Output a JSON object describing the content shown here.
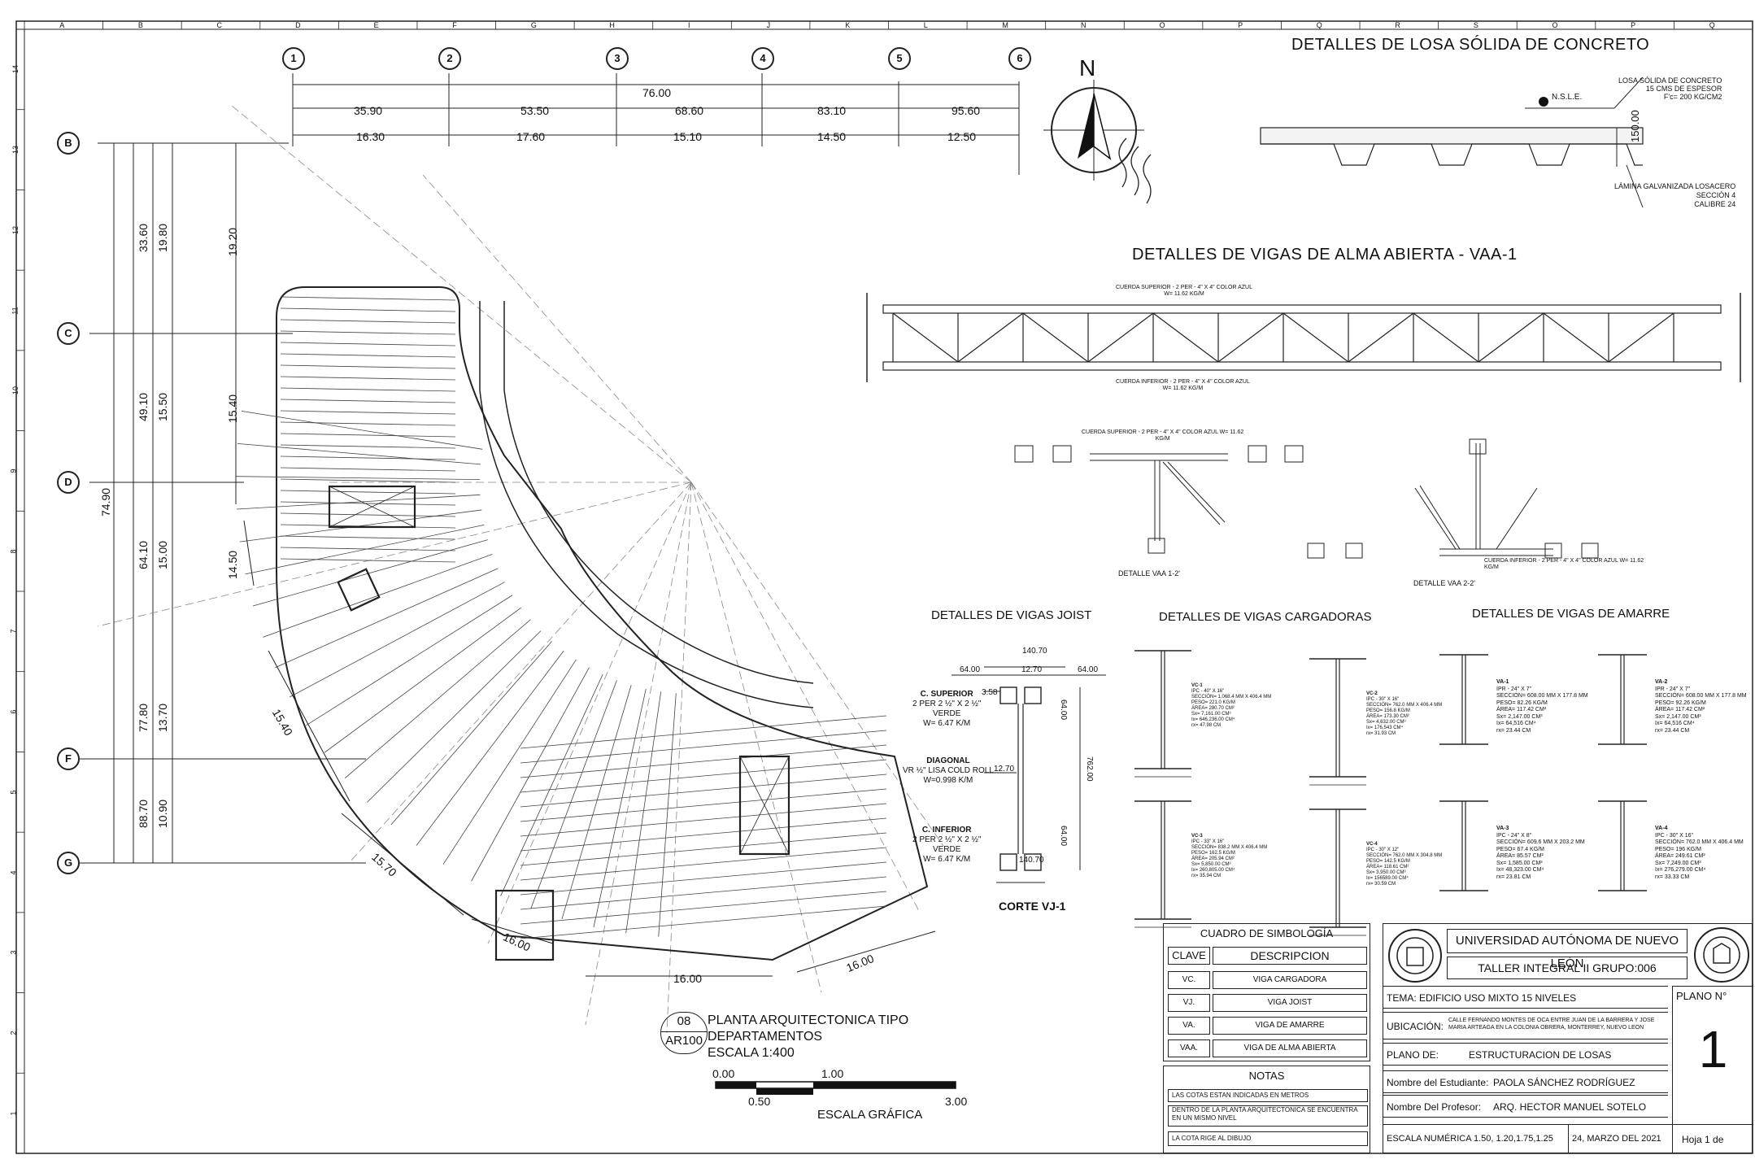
{
  "border": {
    "top_cols": [
      "A",
      "B",
      "C",
      "D",
      "E",
      "F",
      "G",
      "H",
      "I",
      "J",
      "K",
      "L",
      "M",
      "N",
      "O",
      "P",
      "Q",
      "R",
      "S",
      "O",
      "P",
      "Q"
    ],
    "left_rows": [
      "14",
      "13",
      "12",
      "11",
      "10",
      "9",
      "8",
      "7",
      "6",
      "5",
      "4",
      "3",
      "2",
      "1"
    ]
  },
  "plan": {
    "axes_top": [
      "1",
      "2",
      "3",
      "4",
      "5",
      "6"
    ],
    "axes_left": [
      "B",
      "C",
      "D",
      "F",
      "G"
    ],
    "dims_top": {
      "total": "76.00",
      "row1": [
        "35.90",
        "53.50",
        "68.60",
        "83.10",
        "95.60"
      ],
      "row2": [
        "16.30",
        "17.60",
        "15.10",
        "14.50",
        "12.50"
      ]
    },
    "dims_left": {
      "total": "74.90",
      "a": [
        "33.60",
        "49.10",
        "64.10",
        "77.80",
        "88.70"
      ],
      "b": [
        "19.80",
        "15.50",
        "15.00",
        "13.70",
        "10.90"
      ],
      "c": [
        "19.20",
        "15.40",
        "14.50"
      ]
    },
    "dims_curve": [
      "15.40",
      "15.70",
      "16.00",
      "16.00",
      "16.00"
    ],
    "north": "N",
    "caption": {
      "number": "08",
      "code": "AR100",
      "title": "PLANTA ARQUITECTONICA TIPO",
      "subtitle": "DEPARTAMENTOS",
      "scale": "ESCALA 1:400"
    },
    "graphic_scale": {
      "labels": [
        "0.00",
        "1.00",
        "0.50",
        "3.00"
      ],
      "title": "ESCALA GRÁFICA"
    }
  },
  "losa": {
    "title": "DETALLES DE LOSA SÓLIDA DE CONCRETO",
    "note1": [
      "LOSA SÓLIDA DE CONCRETO",
      "15 CMS DE ESPESOR",
      "F'c= 200 KG/CM2"
    ],
    "nsle": "N.S.L.E.",
    "dim": "150.00",
    "note2": [
      "LÁMINA GALVANIZADA LOSACERO",
      "SECCIÓN 4",
      "CALIBRE 24"
    ]
  },
  "vaa": {
    "title": "DETALLES DE VIGAS DE ALMA ABIERTA - VAA-1",
    "top_label": [
      "CUERDA SUPERIOR - 2 PER - 4\" X 4\" COLOR AZUL",
      "W= 11.62 KG/M"
    ],
    "bottom_label": [
      "CUERDA INFERIOR - 2 PER - 4\" X 4\" COLOR AZUL",
      "W= 11.62 KG/M"
    ],
    "detail1": "DETALLE VAA 1-2'",
    "detail2": "DETALLE VAA 2-2'",
    "detail1_top": [
      "CUERDA SUPERIOR - 2 PER - 4\" X 4\" COLOR AZUL  W= 11.62",
      "KG/M"
    ],
    "detail2_bottom": [
      "CUERDA INFERIOR - 2 PER - 4\" X 4\" COLOR AZUL  W= 11.62",
      "KG/M"
    ]
  },
  "joist": {
    "title": "DETALLES DE VIGAS JOIST",
    "dims": [
      "140.70",
      "64.00",
      "12.70",
      "64.00",
      "3.58",
      "64.00",
      "762.00",
      "12.70",
      "64.00",
      "140.70"
    ],
    "sup": [
      "C. SUPERIOR",
      "2 PER 2 ½\" X 2 ½\"",
      "VERDE",
      "W= 6.47 K/M"
    ],
    "diag": [
      "DIAGONAL",
      "VR ½\" LISA COLD ROLL",
      "W=0.998 K/M"
    ],
    "inf": [
      "C. INFERIOR",
      "2 PER 2 ½\" X 2 ½\"",
      "VERDE",
      "W= 6.47 K/M"
    ],
    "cut": "CORTE VJ-1"
  },
  "cargadoras": {
    "title": "DETALLES DE VIGAS CARGADORAS",
    "items": [
      {
        "name": "VC-1",
        "lines": [
          "IPC - 40\" X 16\"",
          "SECCIÓN= 1,068.4 MM X 406.4 MM",
          "PESO= 221.0 KG/M",
          "ÁREA= 280.70 CM²",
          "Sx= 7,161.00 CM³",
          "Ix= 646,236.00 CM⁴",
          "rx= 47.98 CM"
        ]
      },
      {
        "name": "VC-2",
        "lines": [
          "IPC - 30\" X 16\"",
          "SECCIÓN= 762.0 MM X 406.4 MM",
          "PESO= 156.8 KG/M",
          "ÁREA= 173.30 CM²",
          "Sx= 4,632.00 CM³",
          "Ix= 176,543 CM⁴",
          "rx= 31.93 CM"
        ]
      },
      {
        "name": "VC-3",
        "lines": [
          "IPC - 33\" X 16\"",
          "SECCIÓN= 838.2 MM X 406.4 MM",
          "PESO= 162.5 KG/M",
          "ÁREA= 205.94 CM²",
          "Sx= 5,850.00 CM³",
          "Ix= 260,805.00 CM⁴",
          "rx= 35.94 CM"
        ]
      },
      {
        "name": "VC-4",
        "lines": [
          "IPC - 30\" X 12\"",
          "SECCIÓN= 762.0 MM X 304.8 MM",
          "PESO= 142.5 KG/M",
          "ÁREA= 118.61 CM²",
          "Sx= 3,950.00 CM³",
          "Ix= 156589.00 CM⁴",
          "rx= 30.59 CM"
        ]
      }
    ]
  },
  "amarre": {
    "title": "DETALLES DE VIGAS DE AMARRE",
    "items": [
      {
        "name": "VA-1",
        "lines": [
          "IPR - 24\" X 7\"",
          "SECCIÓN= 608.00 MM X 177.8 MM",
          "PESO= 82.26 KG/M",
          "ÁREA= 117.42 CM²",
          "Sx= 2,147.00 CM³",
          "Ix= 64,516 CM⁴",
          "rx= 23.44 CM"
        ]
      },
      {
        "name": "VA-2",
        "lines": [
          "IPR - 24\" X 7\"",
          "SECCIÓN= 608.00 MM X 177.8 MM",
          "PESO= 92.26 KG/M",
          "ÁREA= 117.42 CM²",
          "Sx= 2,147.00 CM³",
          "Ix= 64,516 CM⁴",
          "rx= 23.44 CM"
        ]
      },
      {
        "name": "VA-3",
        "lines": [
          "IPC - 24\" X 8\"",
          "SECCIÓN= 609.6 MM X 203.2 MM",
          "PESO= 67.4 KG/M",
          "ÁREA= 85.57 CM²",
          "Sx= 1,585.00 CM³",
          "Ix= 48,323.00 CM⁴",
          "rx= 23.81 CM"
        ]
      },
      {
        "name": "VA-4",
        "lines": [
          "IPC - 30\" X 16\"",
          "SECCIÓN= 762.0 MM X 406.4 MM",
          "PESO= 196 KG/M",
          "ÁREA= 249.61 CM²",
          "Sx= 7,249.00 CM³",
          "Ix= 276,279.00 CM⁴",
          "rx= 33.33 CM"
        ]
      }
    ]
  },
  "symbols": {
    "title": "CUADRO DE SIMBOLOGÍA",
    "head": [
      "CLAVE",
      "DESCRIPCION"
    ],
    "rows": [
      [
        "VC.",
        "VIGA CARGADORA"
      ],
      [
        "VJ.",
        "VIGA JOIST"
      ],
      [
        "VA.",
        "VIGA DE AMARRE"
      ],
      [
        "VAA.",
        "VIGA DE ALMA ABIERTA"
      ]
    ]
  },
  "notes": {
    "title": "NOTAS",
    "items": [
      "LAS COTAS ESTAN INDICADAS EN METROS",
      "DENTRO DE LA PLANTA ARQUITECTONICA SE ENCUENTRA EN UN MISMO NIVEL",
      "LA COTA RIGE AL DIBUJO"
    ]
  },
  "titleblock": {
    "university": "UNIVERSIDAD AUTÓNOMA DE NUEVO LEÓN",
    "course": "TALLER INTEGRAL II  GRUPO:006",
    "tema": "TEMA: EDIFICIO USO MIXTO 15 NIVELES",
    "ubicacion_label": "UBICACIÓN:",
    "ubicacion": "CALLE FERNANDO MONTES DE OCA ENTRE JUAN DE LA BARRERA Y JOSE MARIA ARTEAGA EN LA COLONIA OBRERA, MONTERREY, NUEVO LEON",
    "plano_de_label": "PLANO DE:",
    "plano_de": "ESTRUCTURACION DE LOSAS",
    "estudiante_label": "Nombre del Estudiante:",
    "estudiante": "PAOLA SÁNCHEZ RODRÍGUEZ",
    "profesor_label": "Nombre Del Profesor:",
    "profesor": "ARQ. HECTOR MANUEL SOTELO",
    "escala": "ESCALA NUMÉRICA 1.50, 1.20,1.75,1.25",
    "fecha": "24, MARZO DEL 2021",
    "hoja": "Hoja  1  de",
    "plano_no_label": "PLANO N°",
    "plano_no": "1"
  }
}
